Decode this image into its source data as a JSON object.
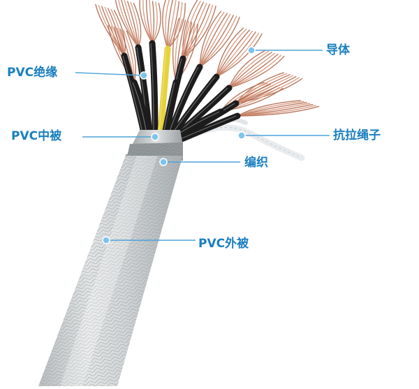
{
  "labels": {
    "pvc_insulation": "PVC绝缘",
    "pvc_inner_sheath": "PVC中被",
    "pvc_outer_sheath": "PVC外被",
    "conductor": "导体",
    "tensile_rope": "抗拉绳子",
    "braid": "编织"
  },
  "colors": {
    "label_text": "#1a7fc0",
    "leader_line": "#4da3d8",
    "marker_dot": "#7ec3ec",
    "copper": "#d9957a",
    "copper_dark": "#b06a4e",
    "insulation_black": "#1c1c1c",
    "insulation_yellow": "#e6d23a",
    "outer_sheath": "#cfd3d5",
    "braid_shine": "#f2f2f2",
    "rope": "#eef0f2"
  }
}
